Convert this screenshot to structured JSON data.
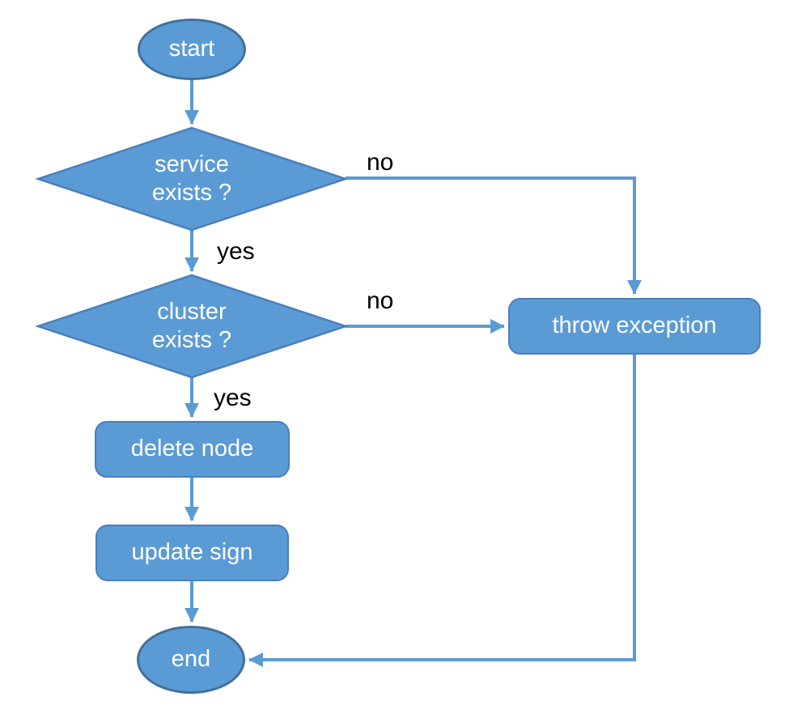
{
  "diagram": {
    "type": "flowchart",
    "background": "#FFFFFF",
    "colors": {
      "shape_fill": "#5B9BD5",
      "shape_border": "#41719C",
      "connector": "#5B9BD5",
      "shape_text": "#FFFFFF",
      "edge_label_text": "#000000"
    },
    "nodes": {
      "start": {
        "shape": "ellipse",
        "label": "start"
      },
      "service_exists": {
        "shape": "diamond",
        "line1": "service",
        "line2": "exists ?"
      },
      "cluster_exists": {
        "shape": "diamond",
        "line1": "cluster",
        "line2": "exists ?"
      },
      "throw_exception": {
        "shape": "rounded-rect",
        "label": "throw exception"
      },
      "delete_node": {
        "shape": "rounded-rect",
        "label": "delete node"
      },
      "update_sign": {
        "shape": "rounded-rect",
        "label": "update sign"
      },
      "end": {
        "shape": "ellipse",
        "label": "end"
      }
    },
    "edges": {
      "service_no_label": "no",
      "service_yes_label": "yes",
      "cluster_no_label": "no",
      "cluster_yes_label": "yes"
    }
  }
}
